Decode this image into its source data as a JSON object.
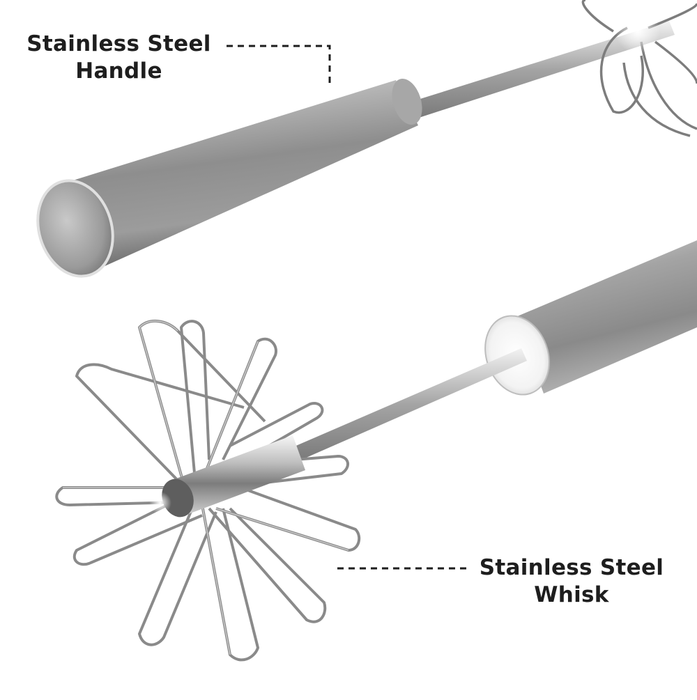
{
  "callouts": {
    "handle": {
      "line1": "Stainless Steel",
      "line2": "Handle"
    },
    "whisk": {
      "line1": "Stainless Steel",
      "line2": "Whisk"
    }
  },
  "colors": {
    "background": "#ffffff",
    "label_text": "#1e1e1e",
    "steel_dark": "#6e6e6e",
    "steel_mid": "#a8a8a8",
    "steel_light": "#e6e6e6",
    "leader_line": "#1e1e1e"
  },
  "subjects": {
    "top_item": "whisk-handle-closeup",
    "bottom_item": "whisk-head-closeup"
  }
}
